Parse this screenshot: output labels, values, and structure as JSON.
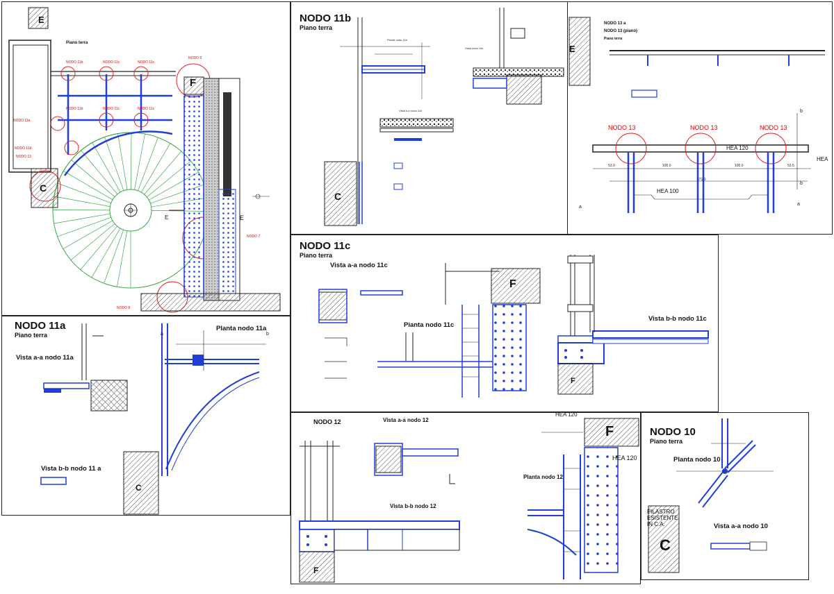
{
  "plan": {
    "title": "Piano terra",
    "red_tags": [
      "NODO 11b",
      "NODO 11c",
      "NODO 11c",
      "NODO 9",
      "NODO 11b",
      "NODO 11c",
      "NODO 11c",
      "NODO 11a",
      "NODO 11d",
      "NODO 13",
      "NODO 7",
      "NODO 8"
    ],
    "letters": {
      "e": "E",
      "f": "F",
      "c": "C",
      "g": "E",
      "h": "E"
    }
  },
  "sheet11b": {
    "title": "NODO 11b",
    "subtitle": "Piano terra",
    "view1": "Pianta nodo 11b",
    "view2": "Vista nodo 11b",
    "view3": "Vista b-b nodo 11b",
    "letters": {
      "c": "C"
    }
  },
  "sheet13": {
    "title1": "NODO 13 a",
    "title2": "NODO 13 (piano)",
    "subtitle": "Piano terra",
    "tags": [
      "NODO 13",
      "NODO 13",
      "NODO 13"
    ],
    "labels": {
      "hea120": "HEA 120",
      "hea100": "HEA 100",
      "hea": "HEA",
      "d1": "53.0",
      "d2": "100.0",
      "d3": "100.0",
      "d4": "53.5",
      "d5": "371.0"
    },
    "letters": {
      "e": "E",
      "a1": "a",
      "a2": "a",
      "b1": "b",
      "b2": "b"
    }
  },
  "sheet11c": {
    "title": "NODO 11c",
    "subtitle": "Piano terra",
    "view_aa": "Vista a-a nodo 11c",
    "view_plan": "Pianta nodo 11c",
    "view_bb": "Vista b-b nodo 11c",
    "letters": {
      "f1": "F",
      "f2": "F"
    }
  },
  "sheet11a": {
    "title": "NODO 11a",
    "subtitle": "Piano terra",
    "view_aa": "Vista a-a nodo 11a",
    "view_plan": "Planta nodo 11a",
    "view_bb": "Vista b-b nodo 11 a",
    "letters": {
      "c": "C",
      "a": "a",
      "b": "b"
    }
  },
  "sheet12": {
    "title": "NODO 12",
    "view_aa": "Vista a-a nodo 12",
    "view_bb": "Vista b-b nodo 12",
    "view_plan": "Planta nodo 12",
    "labels": {
      "hea120_top": "HEA 120",
      "hea120": "HEA 120"
    },
    "letters": {
      "f1": "F",
      "f2": "F"
    }
  },
  "sheet10": {
    "title": "NODO 10",
    "subtitle": "Piano terra",
    "view_plan": "Planta nodo 10",
    "view_aa": "Vista a-a nodo 10",
    "pilastro": [
      "PILASTRO",
      "ESISTENTE",
      "IN C.A."
    ],
    "letters": {
      "c": "C"
    }
  },
  "colors": {
    "line": "#1a1a1a",
    "steel": "#1f3fd6",
    "red": "#e02020",
    "green": "#3aa74a",
    "hatch": "#555555"
  }
}
